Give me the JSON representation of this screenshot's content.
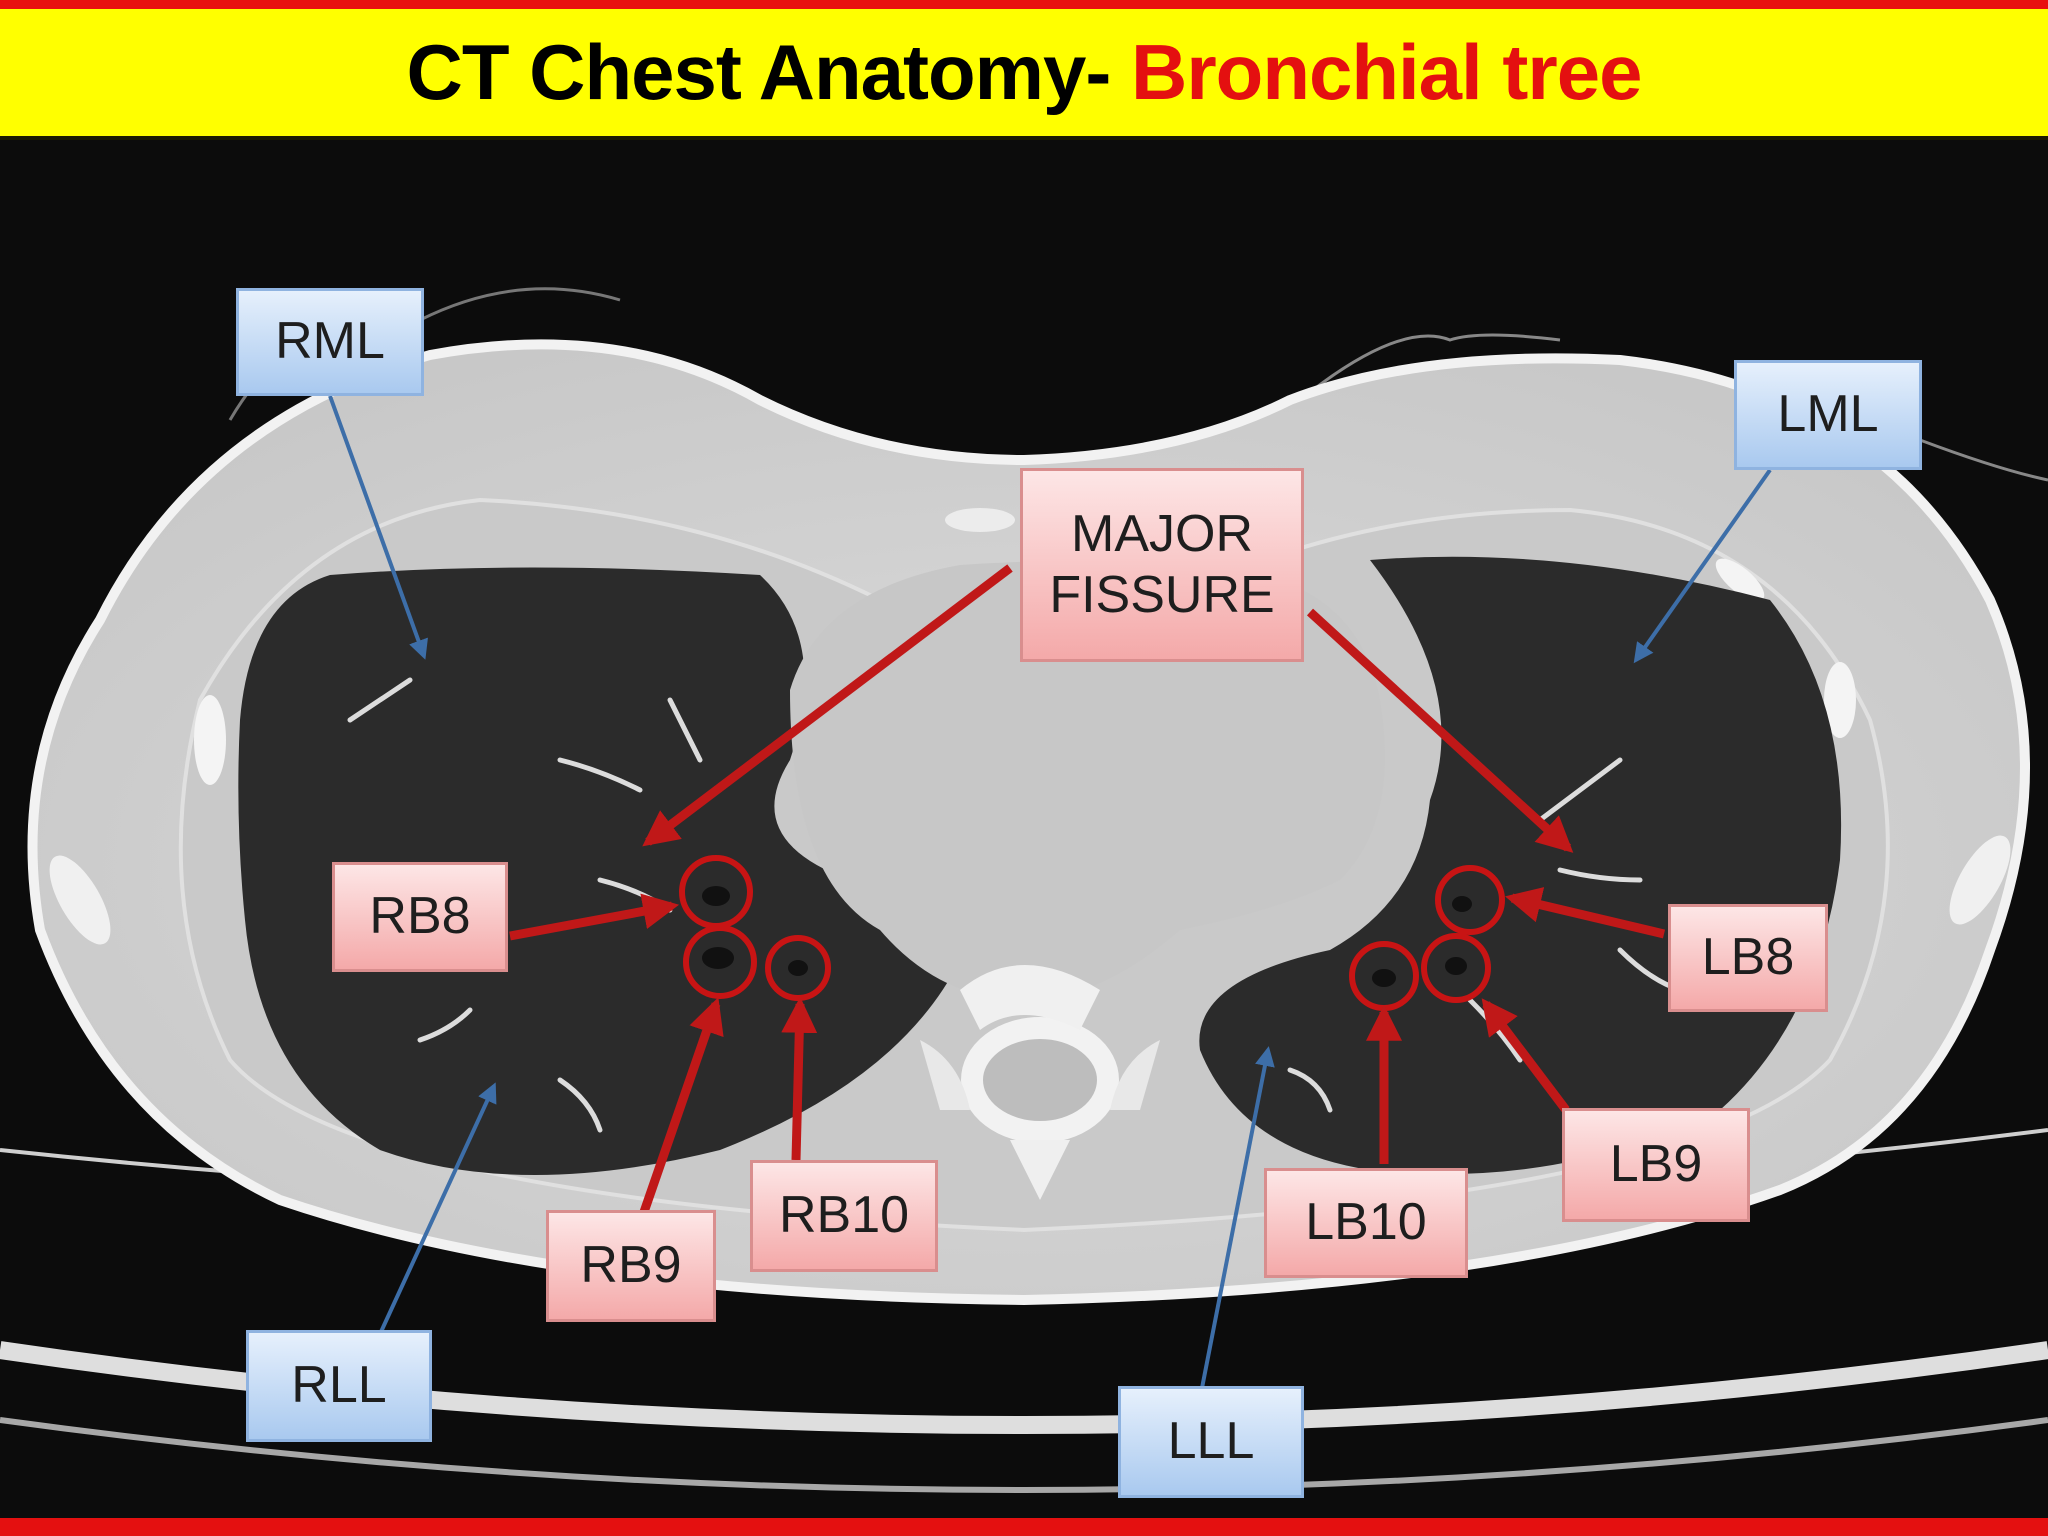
{
  "title": {
    "main": "CT Chest Anatomy-",
    "accent": "Bronchial tree"
  },
  "colors": {
    "banner_bg": "#ffff00",
    "banner_border": "#e81010",
    "title_main": "#000000",
    "title_accent": "#e41010",
    "lobe_label_bg": "#bcd5f4",
    "bronchus_label_bg": "#f7bcbc",
    "blue_arrow": "#3d6ea8",
    "red_arrow": "#c01818"
  },
  "labels": {
    "rml": "RML",
    "lml": "LML",
    "rll": "RLL",
    "lll": "LLL",
    "major_fissure_line1": "MAJOR",
    "major_fissure_line2": "FISSURE",
    "rb8": "RB8",
    "rb9": "RB9",
    "rb10": "RB10",
    "lb8": "LB8",
    "lb9": "LB9",
    "lb10": "LB10"
  }
}
